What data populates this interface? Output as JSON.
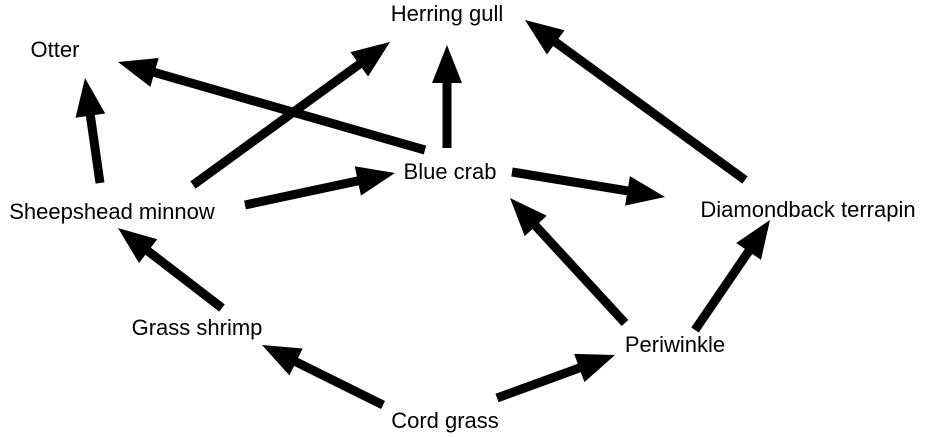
{
  "nodes": {
    "herring_gull": "Herring gull",
    "otter": "Otter",
    "blue_crab": "Blue crab",
    "sheepshead_minnow": "Sheepshead minnow",
    "diamondback_terrapin": "Diamondback terrapin",
    "grass_shrimp": "Grass shrimp",
    "periwinkle": "Periwinkle",
    "cord_grass": "Cord grass"
  },
  "edges": [
    {
      "from": "sheepshead_minnow",
      "to": "otter"
    },
    {
      "from": "blue_crab",
      "to": "otter"
    },
    {
      "from": "sheepshead_minnow",
      "to": "herring_gull"
    },
    {
      "from": "blue_crab",
      "to": "herring_gull"
    },
    {
      "from": "diamondback_terrapin",
      "to": "herring_gull"
    },
    {
      "from": "sheepshead_minnow",
      "to": "blue_crab"
    },
    {
      "from": "blue_crab",
      "to": "diamondback_terrapin"
    },
    {
      "from": "grass_shrimp",
      "to": "sheepshead_minnow"
    },
    {
      "from": "periwinkle",
      "to": "blue_crab"
    },
    {
      "from": "periwinkle",
      "to": "diamondback_terrapin"
    },
    {
      "from": "cord_grass",
      "to": "grass_shrimp"
    },
    {
      "from": "cord_grass",
      "to": "periwinkle"
    }
  ],
  "colors": {
    "arrow": "#000000",
    "text": "#000000"
  }
}
